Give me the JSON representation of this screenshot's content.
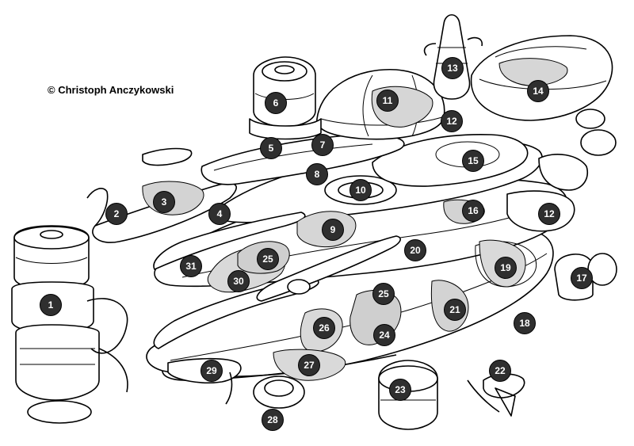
{
  "copyright": "©  Christoph Anczykowski",
  "colors": {
    "ink": "#000000",
    "paper": "#ffffff",
    "callout_fill": "#2f2f2f",
    "callout_text": "#ffffff"
  },
  "callouts": [
    "1",
    "2",
    "3",
    "4",
    "5",
    "6",
    "7",
    "8",
    "9",
    "10",
    "11",
    "12",
    "12",
    "13",
    "14",
    "15",
    "16",
    "17",
    "18",
    "19",
    "20",
    "21",
    "22",
    "23",
    "24",
    "25",
    "25",
    "26",
    "27",
    "28",
    "29",
    "30",
    "31"
  ]
}
